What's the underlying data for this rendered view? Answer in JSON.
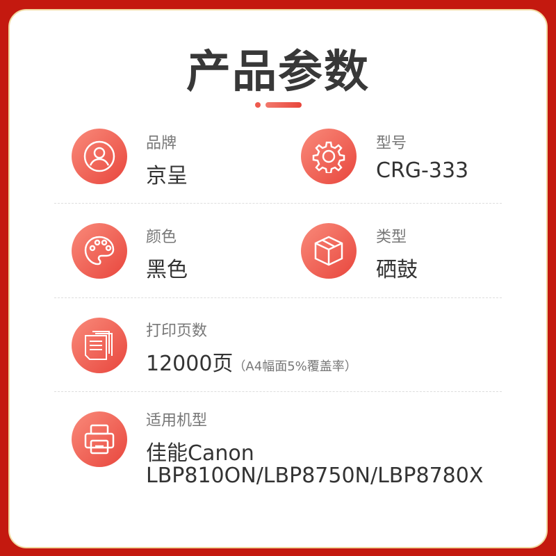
{
  "title": "产品参数",
  "specs": [
    {
      "label": "品牌",
      "value": "京呈",
      "icon": "user-icon"
    },
    {
      "label": "型号",
      "value": "CRG-333",
      "icon": "gear-icon"
    },
    {
      "label": "颜色",
      "value": "黑色",
      "icon": "palette-icon"
    },
    {
      "label": "类型",
      "value": "硒鼓",
      "icon": "box-icon"
    },
    {
      "label": "打印页数",
      "value": "12000页",
      "note": "（A4幅面5%覆盖率）",
      "icon": "pages-icon"
    },
    {
      "label": "适用机型",
      "value": "佳能Canon",
      "value2": "LBP810ON/LBP8750N/LBP8780X",
      "icon": "printer-icon"
    }
  ],
  "colors": {
    "frame": "#c4190f",
    "accent": "#e8463d"
  }
}
